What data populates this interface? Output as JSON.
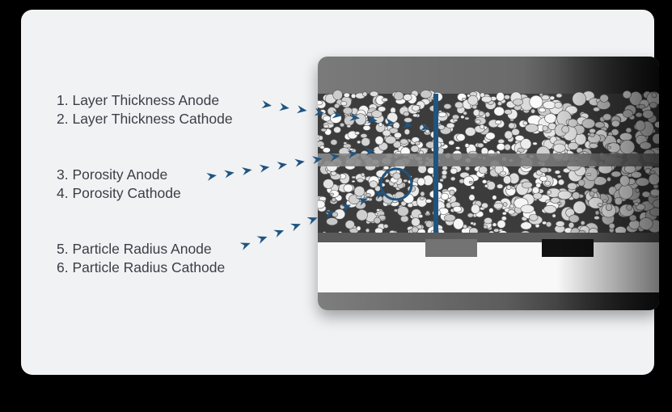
{
  "labels": [
    [
      "1. Layer Thickness Anode",
      "2. Layer Thickness Cathode"
    ],
    [
      "3. Porosity Anode",
      "4. Porosity Cathode"
    ],
    [
      "5. Particle Radius Anode",
      "6. Particle Radius Cathode"
    ]
  ],
  "colors": {
    "accent": "#1f5480",
    "card": "#f1f2f4",
    "text": "#3a3e46",
    "background": "#000000"
  },
  "icons": {
    "arrow": "chevron-arrowhead-icon",
    "marker": "circle-marker-icon"
  }
}
